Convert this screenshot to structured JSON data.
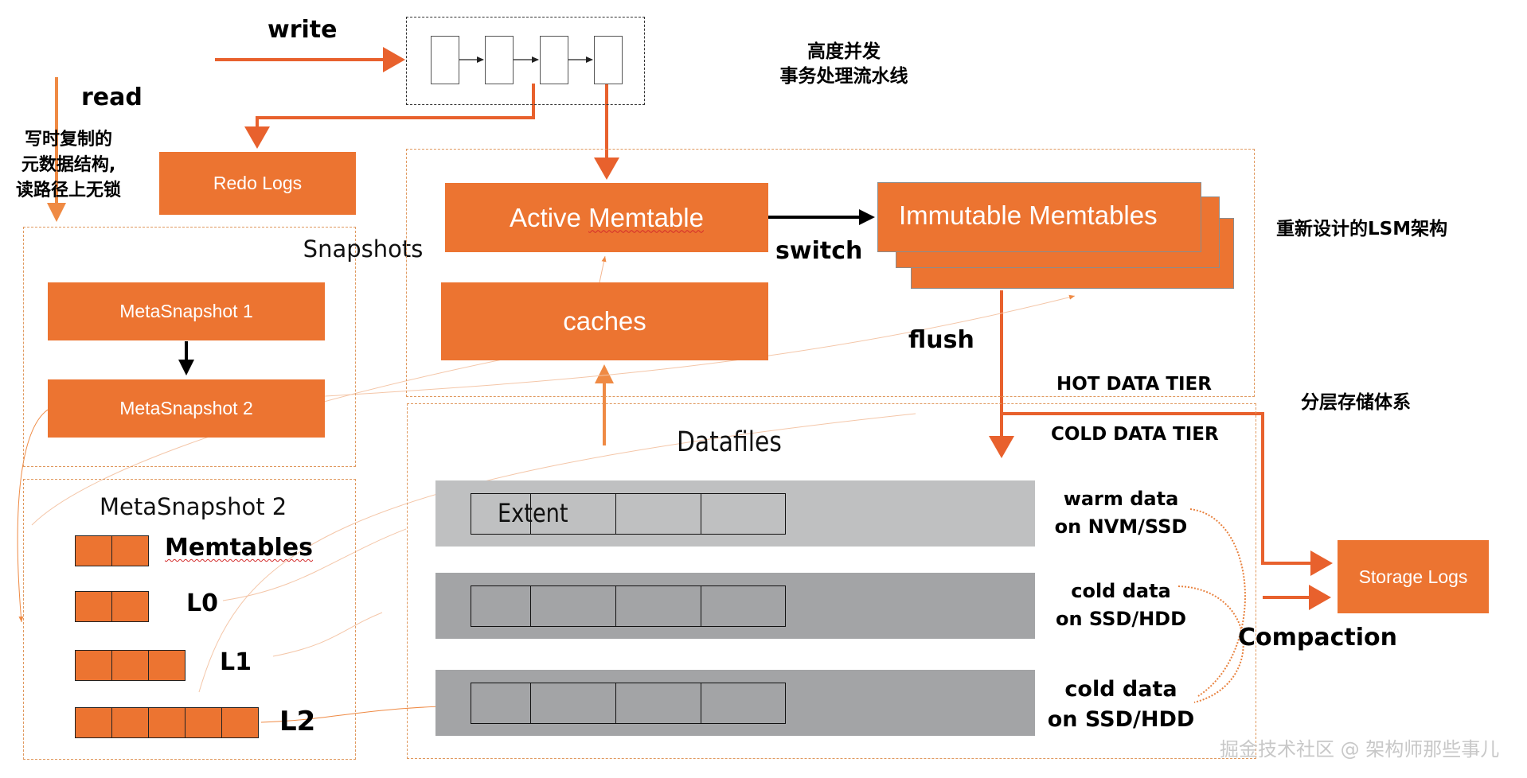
{
  "labels": {
    "write": "write",
    "read": "read",
    "cow_note": [
      "写时复制的",
      "元数据结构,",
      "读路径上无锁"
    ],
    "pipeline_note": [
      "高度并发",
      "事务处理流水线"
    ],
    "lsm_note": "重新设计的LSM架构",
    "tier_note": "分层存储体系",
    "switch": "switch",
    "flush": "flush",
    "hot_tier": "HOT DATA TIER",
    "cold_tier": "COLD DATA TIER",
    "compaction": "Compaction",
    "watermark": "掘金技术社区 @ 架构师那些事儿"
  },
  "boxes": {
    "redo_logs": "Redo Logs",
    "active_memtable": "Active Memtable",
    "immutable_memtables": "Immutable Memtables",
    "caches": "caches",
    "storage_logs": "Storage Logs"
  },
  "snapshots": {
    "title": "Snapshots",
    "items": [
      "MetaSnapshot 1",
      "MetaSnapshot 2"
    ]
  },
  "meta_snapshot_detail": {
    "title": "MetaSnapshot 2",
    "levels": [
      {
        "label": "Memtables",
        "blocks": 2
      },
      {
        "label": "L0",
        "blocks": 2
      },
      {
        "label": "L1",
        "blocks": 3
      },
      {
        "label": "L2",
        "blocks": 5
      }
    ]
  },
  "datafiles": {
    "title": "Datafiles",
    "extent_label": "Extent",
    "rows": [
      {
        "tier_line1": "warm data",
        "tier_line2": "on NVM/SSD",
        "cells": 4,
        "shade": "#bfc0c1"
      },
      {
        "tier_line1": "cold data",
        "tier_line2": "on SSD/HDD",
        "cells": 4,
        "shade": "#a3a4a6"
      },
      {
        "tier_line1": "cold data",
        "tier_line2": "on SSD/HDD",
        "cells": 4,
        "shade": "#a3a4a6"
      }
    ]
  },
  "pipeline": {
    "stages": 4
  },
  "colors": {
    "accent": "#ec7431",
    "arrow": "#e8612d",
    "text": "#000000"
  }
}
